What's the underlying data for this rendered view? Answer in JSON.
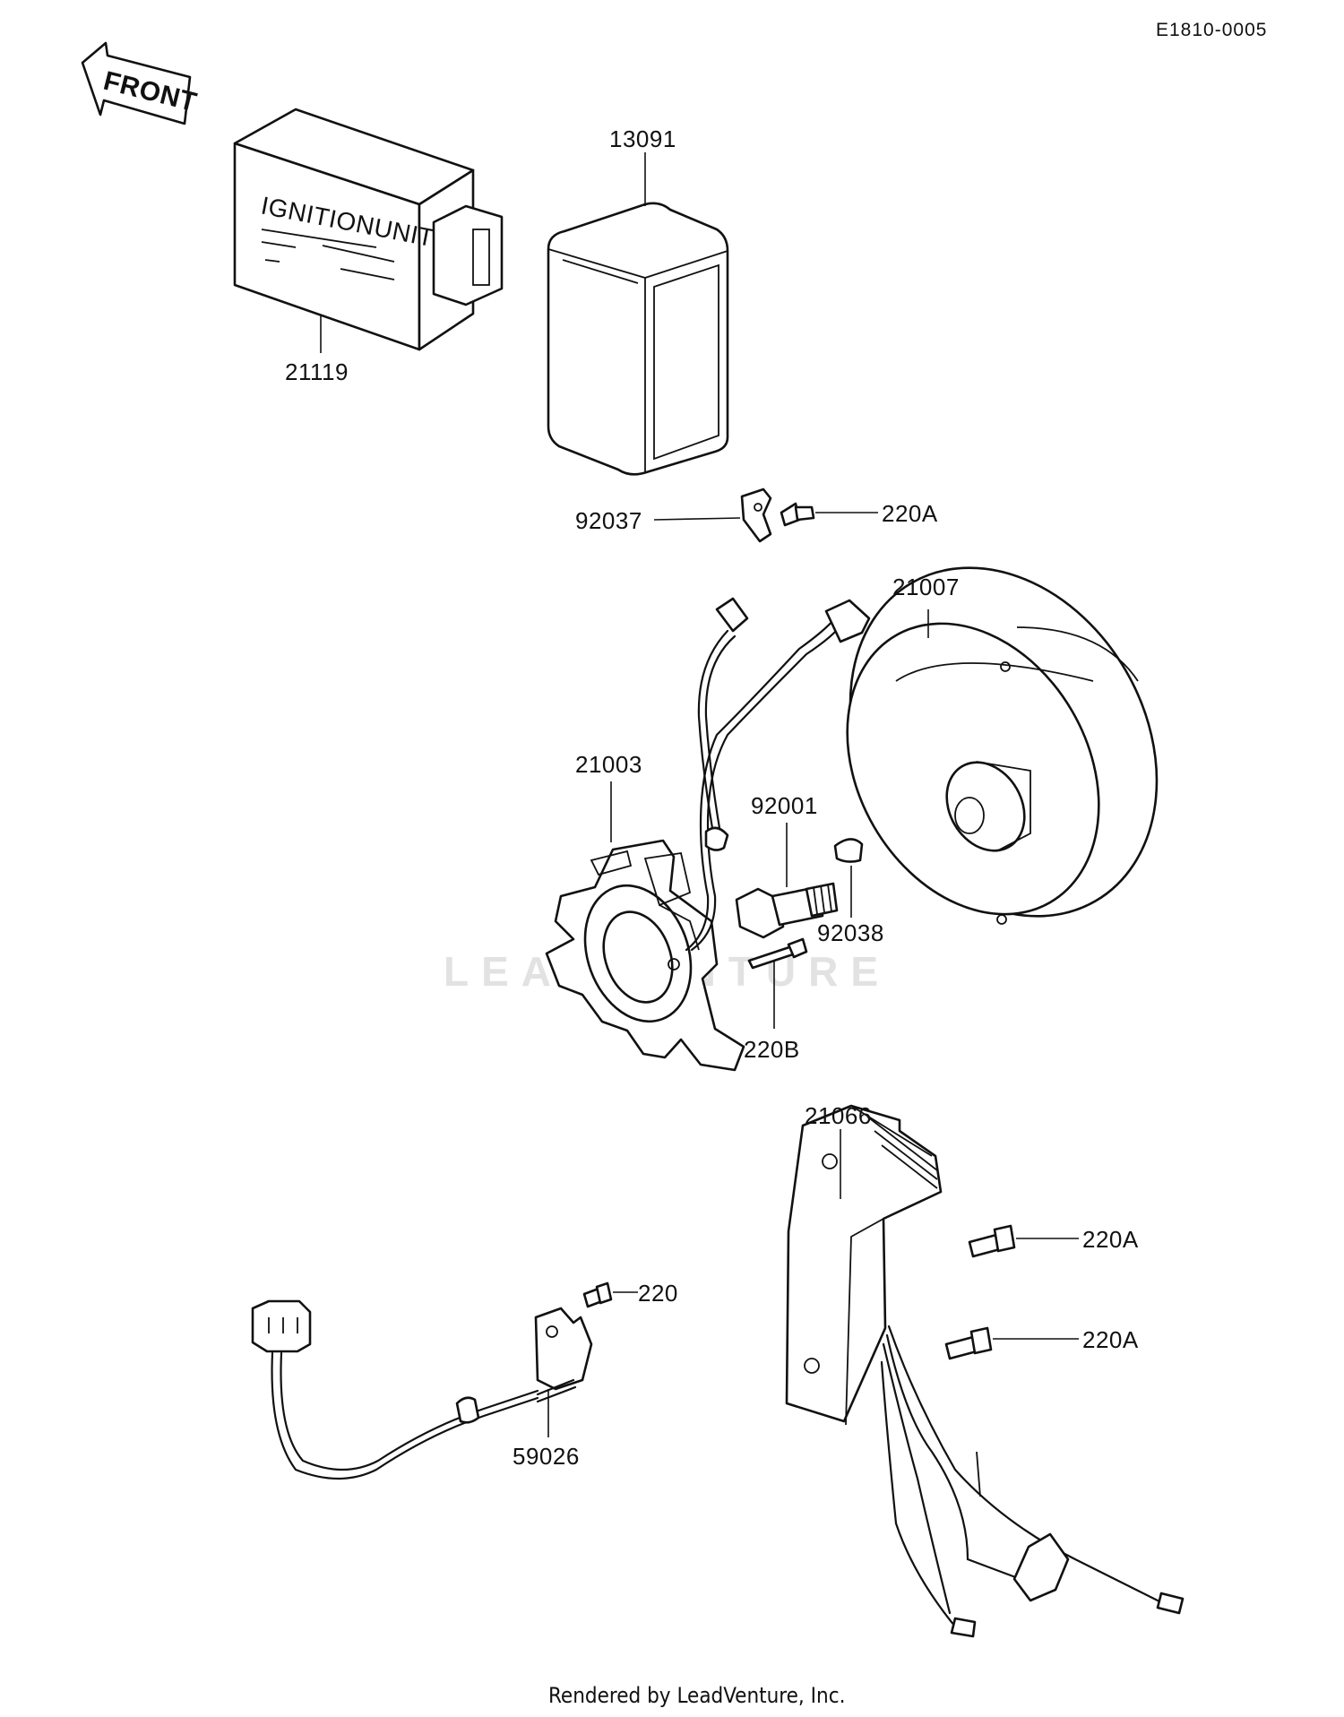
{
  "document": {
    "id": "E1810-0005",
    "footer": "Rendered by LeadVenture, Inc.",
    "watermark": "LEADVENTURE"
  },
  "direction_arrow": {
    "label": "FRONT"
  },
  "ignition_unit_print": "IGNITIONUNIT",
  "callouts": [
    {
      "name": "callout-21119",
      "text": "21119"
    },
    {
      "name": "callout-13091",
      "text": "13091"
    },
    {
      "name": "callout-92037",
      "text": "92037"
    },
    {
      "name": "callout-220A-bracket",
      "text": "220A"
    },
    {
      "name": "callout-21007",
      "text": "21007"
    },
    {
      "name": "callout-21003",
      "text": "21003"
    },
    {
      "name": "callout-92001",
      "text": "92001"
    },
    {
      "name": "callout-92038",
      "text": "92038"
    },
    {
      "name": "callout-220B",
      "text": "220B"
    },
    {
      "name": "callout-21066",
      "text": "21066"
    },
    {
      "name": "callout-220A-upper",
      "text": "220A"
    },
    {
      "name": "callout-220A-lower",
      "text": "220A"
    },
    {
      "name": "callout-220",
      "text": "220"
    },
    {
      "name": "callout-59026",
      "text": "59026"
    }
  ]
}
